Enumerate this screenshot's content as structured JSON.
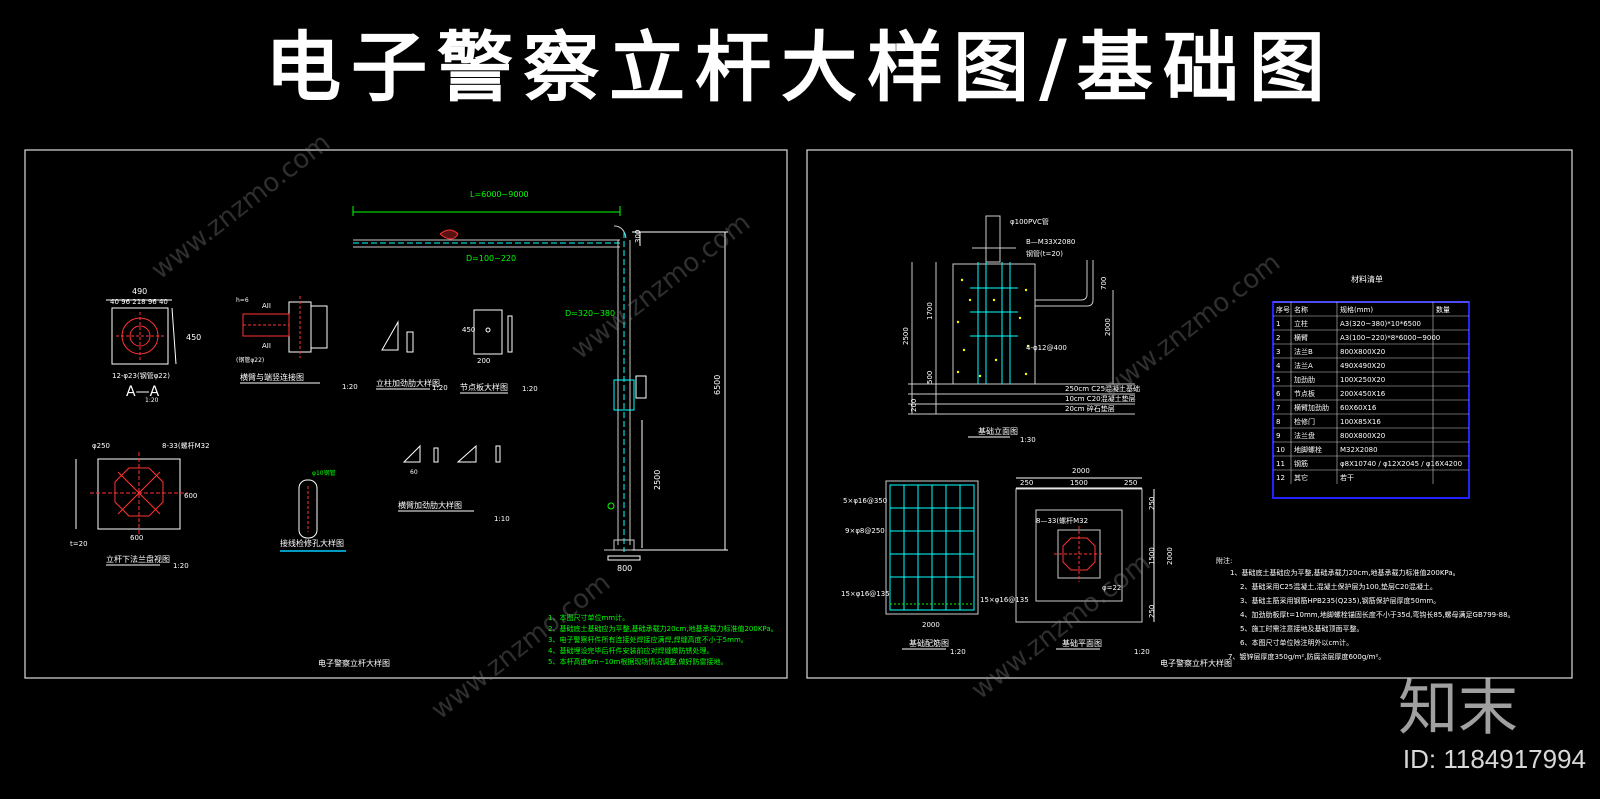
{
  "title": "电子警察立杆大样图/基础图",
  "watermark": {
    "logo": "知末",
    "id": "ID: 1184917994",
    "site": "www.znzmo.com"
  },
  "left_sheet": {
    "sheet_name": "电子警察立杆大样图",
    "dims": {
      "arm_length": "L=6000~9000",
      "arm_dia": "D=100~220",
      "pole_dia": "D=320~380",
      "height": "6500",
      "h2500": "2500",
      "h300": "300",
      "base800": "800"
    },
    "views": {
      "aa": "A—A",
      "aa_scale": "1:20",
      "arm_joint": "横臂与端竖连接图",
      "arm_joint_scale": "1:20",
      "rib": "立柱加劲肋大样图",
      "rib_scale": "1:20",
      "plate": "节点板大样图",
      "plate_scale": "1:20",
      "flange": "立杆下法兰盘视图",
      "flange_scale": "1:20",
      "hole": "接线检修孔大样图",
      "arm_rib": "横臂加劲肋大样图",
      "arm_rib_scale": "1:10"
    },
    "aa_dims": {
      "w490": "490",
      "segs": "40  96  218  96  40",
      "h450": "450",
      "bolts": "12-φ23(钢管φ22)"
    },
    "flange_dims": {
      "w600": "600",
      "w250": "φ250",
      "bolt": "8-33(螺杆M32",
      "h600": "600",
      "t20": "t=20"
    },
    "notes": [
      "1、本图尺寸单位mm计。",
      "2、基础底土基础应为平整,基础承载力20cm,地基承载力标准值200KPa。",
      "3、电子警察杆件所有连接处焊接应满焊,焊缝高度不小于5mm。",
      "4、基础埋设完毕后杆件安装前应对焊缝做防锈处理。",
      "5、本杆高度6m~10m根据现场情况调整,做好防雷接地。"
    ]
  },
  "right_sheet": {
    "sheet_name": "电子警察立杆大样图",
    "elev_label": "基础立面图",
    "elev_scale": "1:30",
    "rebar_label": "基础配筋图",
    "rebar_scale": "1:20",
    "plan_label": "基础平面图",
    "plan_scale": "1:20",
    "elev_notes": [
      "φ100PVC管",
      "B—M33X2080",
      "钢管(t=20)",
      "4-φ12@400"
    ],
    "elev_dims": [
      "2500",
      "1700",
      "500",
      "200",
      "700",
      "2000"
    ],
    "layers": [
      "250cm C25混凝土基础",
      "10cm C20混凝土垫层",
      "20cm 碎石垫层"
    ],
    "rebar_notes": [
      "5×φ16@350",
      "9×φ8@250",
      "15×φ16@135",
      "15×φ16@135",
      "2000"
    ],
    "plan_dims": [
      "2000",
      "250",
      "1500",
      "250",
      "8—33(螺杆M32",
      "φ=22",
      "250",
      "1500",
      "250",
      "2000"
    ],
    "table": {
      "title": "材料清单",
      "headers": [
        "序号",
        "名称",
        "规格(mm)",
        "数量"
      ],
      "rows": [
        [
          "1",
          "立柱",
          "A3(320~380)*10*6500",
          ""
        ],
        [
          "2",
          "横臂",
          "A3(100~220)*8*6000~9000",
          ""
        ],
        [
          "3",
          "法兰B",
          "800X800X20",
          ""
        ],
        [
          "4",
          "法兰A",
          "490X490X20",
          ""
        ],
        [
          "5",
          "加劲肋",
          "100X250X20",
          ""
        ],
        [
          "6",
          "节点板",
          "200X450X16",
          ""
        ],
        [
          "7",
          "横臂加劲肋",
          "60X60X16",
          ""
        ],
        [
          "8",
          "检修门",
          "100X85X16",
          ""
        ],
        [
          "9",
          "法兰盘",
          "800X800X20",
          ""
        ],
        [
          "10",
          "地脚螺栓",
          "M32X2080",
          ""
        ],
        [
          "11",
          "钢筋",
          "φ8X10740 / φ12X2045 / φ16X4200",
          ""
        ],
        [
          "12",
          "其它",
          "若干",
          ""
        ]
      ]
    },
    "notes": [
      "附注:",
      "1、基础底土基础应为平整,基础承载力20cm,地基承载力标准值200KPa。",
      "2、基础采用C25混凝土,混凝土保护层为100,垫层C20混凝土。",
      "3、基础主筋采用钢筋HPB235(Q235),钢筋保护层厚度50mm。",
      "4、加劲肋板厚t=10mm,地脚螺栓锚固长度不小于35d,弯钩长85,螺母满足GB799-88。",
      "5、施工时需注意接地及基础顶面平整。",
      "6、本图尺寸单位除注明外以cm计。",
      "7、镀锌层厚度350g/m²,防腐涂层厚度600g/m²。"
    ]
  }
}
